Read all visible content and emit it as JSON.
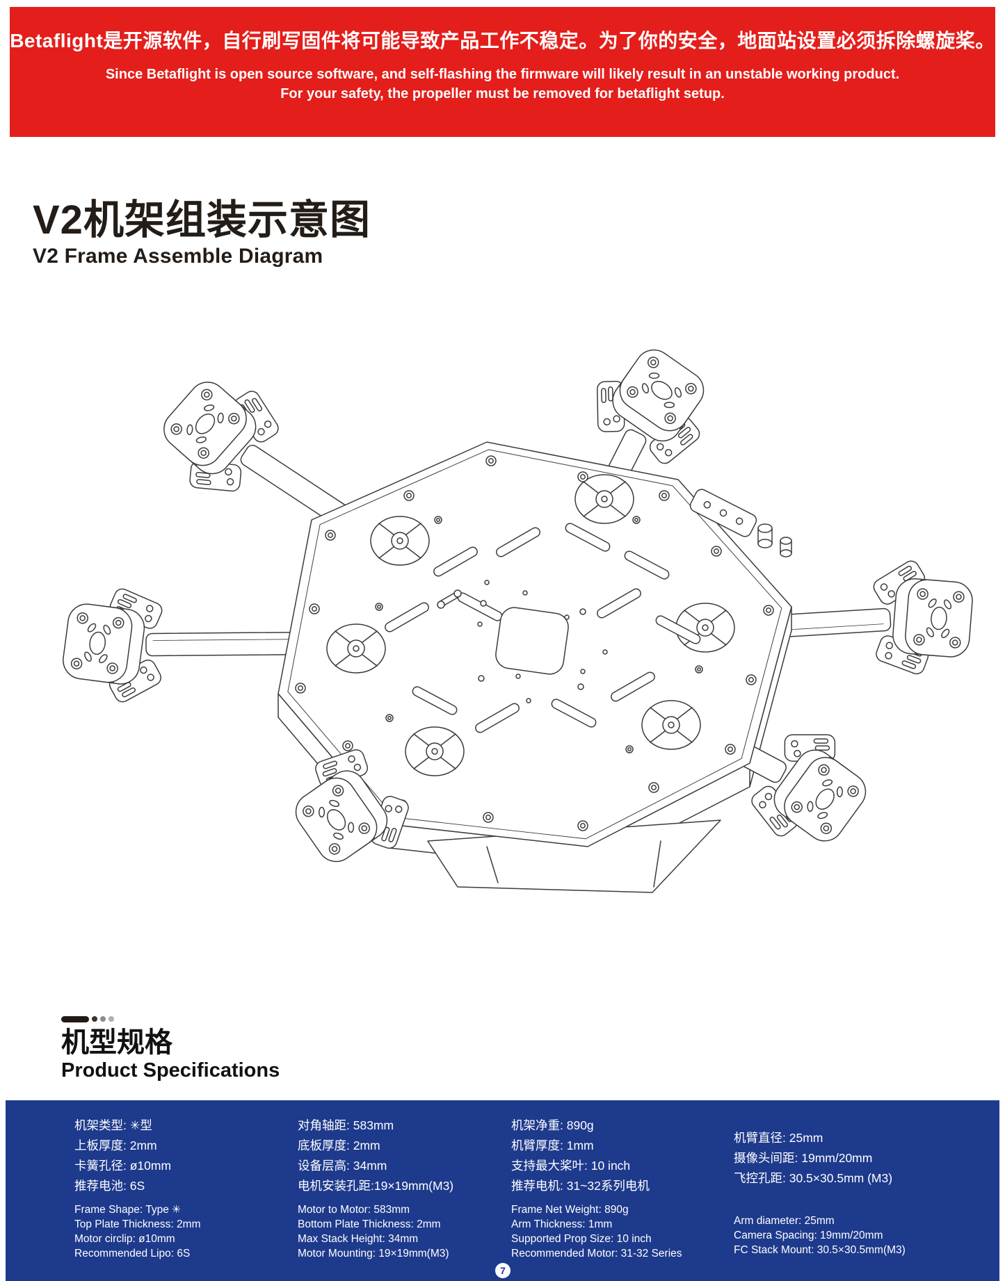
{
  "colors": {
    "banner_red": "#e41e1b",
    "footer_blue": "#1e3a8c"
  },
  "banner": {
    "line_zh": "Betaflight是开源软件，自行刷写固件将可能导致产品工作不稳定。为了你的安全，地面站设置必须拆除螺旋桨。",
    "line_en1": "Since Betaflight is open source software, and self-flashing the firmware will likely result in an unstable working product.",
    "line_en2": "For your safety, the propeller must be removed for betaflight setup."
  },
  "title": {
    "zh": "V2机架组装示意图",
    "en": "V2 Frame Assemble Diagram"
  },
  "section": {
    "zh": "机型规格",
    "en": "Product Specifications"
  },
  "specs_zh": {
    "col1": [
      "机架类型: ✳型",
      "上板厚度: 2mm",
      "卡簧孔径: ø10mm",
      "推荐电池: 6S"
    ],
    "col2": [
      "对角轴距: 583mm",
      "底板厚度: 2mm",
      "设备层高: 34mm",
      "电机安装孔距:19×19mm(M3)"
    ],
    "col3": [
      "机架净重: 890g",
      "机臂厚度: 1mm",
      "支持最大桨叶: 10 inch",
      "推荐电机: 31~32系列电机"
    ],
    "col4": [
      "",
      "机臂直径: 25mm",
      "摄像头间距: 19mm/20mm",
      "飞控孔距: 30.5×30.5mm (M3)"
    ]
  },
  "specs_en": {
    "col1": [
      "Frame Shape: Type ✳",
      "Top Plate Thickness: 2mm",
      "Motor circlip: ø10mm",
      "Recommended Lipo: 6S"
    ],
    "col2": [
      "Motor to Motor: 583mm",
      "Bottom Plate Thickness: 2mm",
      "Max Stack Height: 34mm",
      "Motor Mounting: 19×19mm(M3)"
    ],
    "col3": [
      "Frame Net Weight: 890g",
      "Arm Thickness: 1mm",
      "Supported Prop Size: 10 inch",
      "Recommended Motor: 31-32 Series"
    ],
    "col4": [
      "",
      "Arm diameter: 25mm",
      "Camera Spacing: 19mm/20mm",
      "FC Stack Mount: 30.5×30.5mm(M3)"
    ]
  },
  "page_number": "7"
}
